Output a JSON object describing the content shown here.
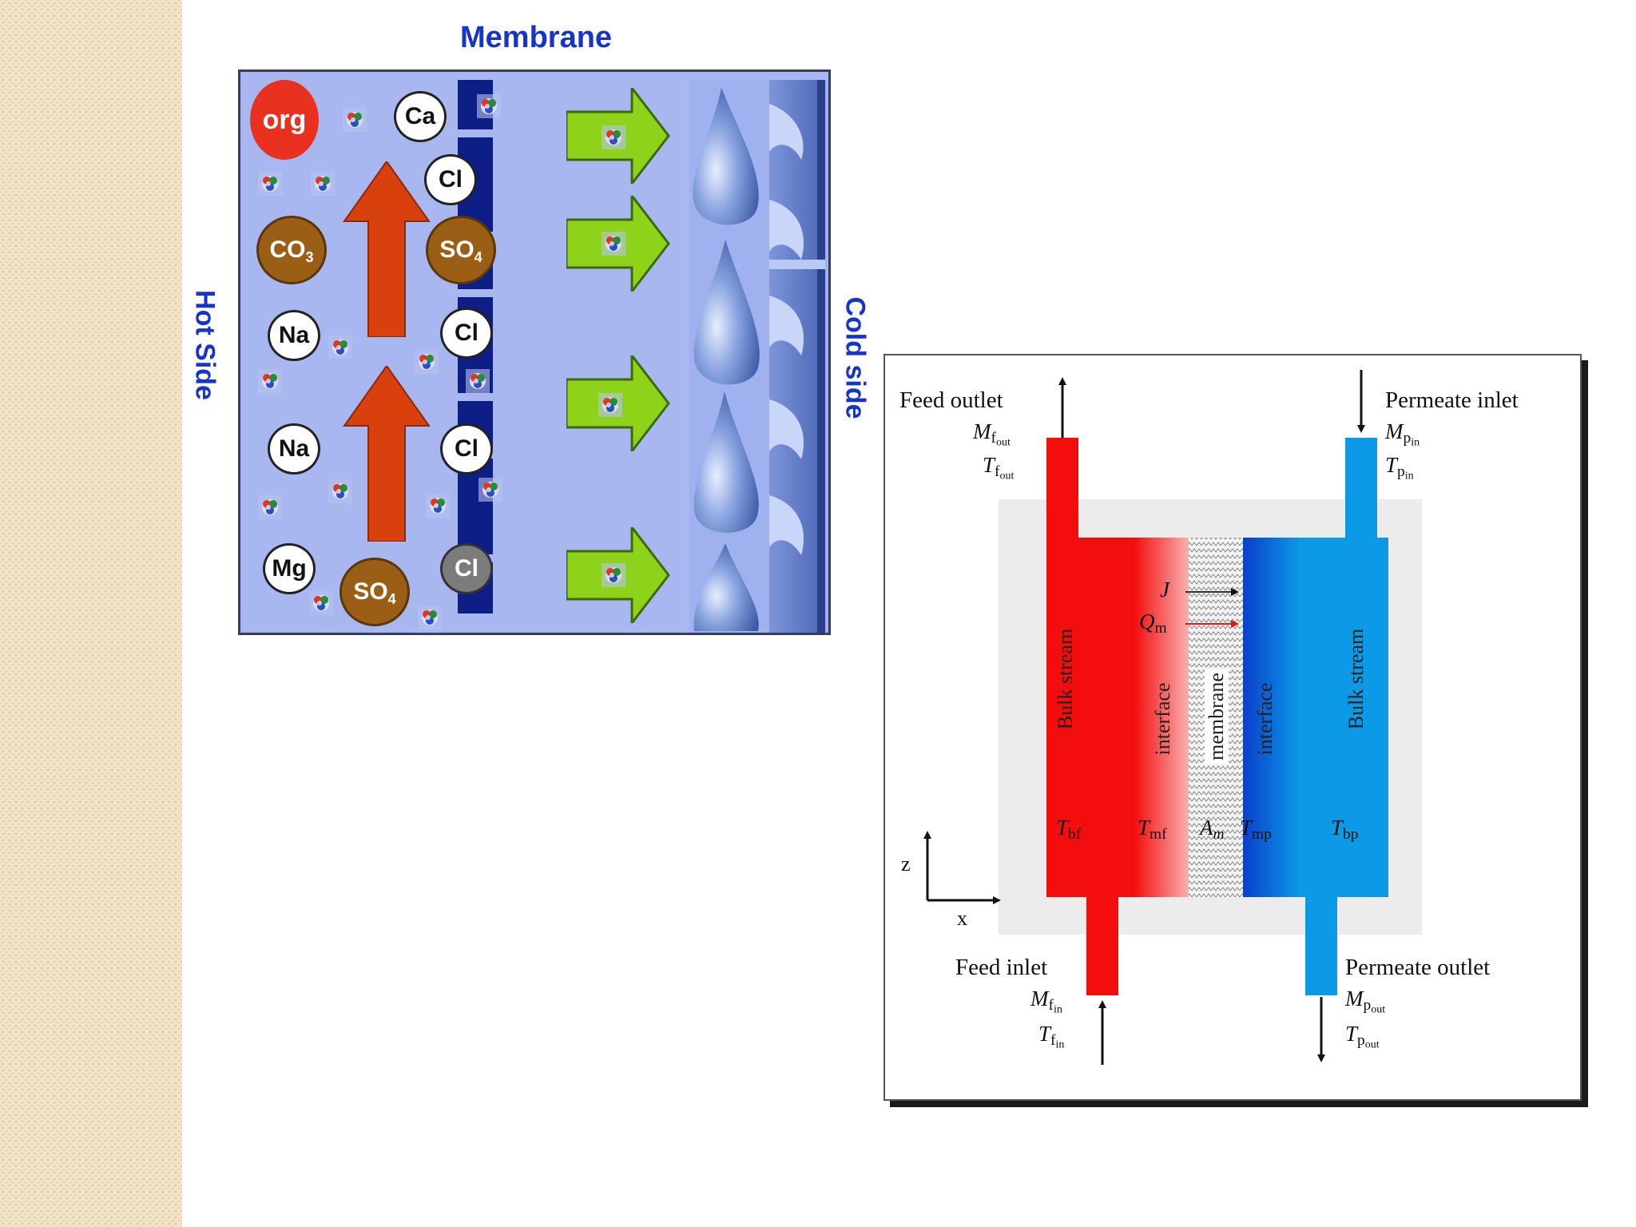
{
  "left_figure": {
    "title": "Membrane",
    "hot_side": "Hot Side",
    "cold_side": "Cold side",
    "ions": {
      "org": "org",
      "ca": "Ca",
      "cl1": "Cl",
      "co3": "CO",
      "co3_sub": "3",
      "so4a": "SO",
      "so4a_sub": "4",
      "na1": "Na",
      "cl2": "Cl",
      "na2": "Na",
      "cl3": "Cl",
      "mg": "Mg",
      "so4b": "SO",
      "so4b_sub": "4",
      "cl4": "Cl"
    },
    "colors": {
      "background": "#a8b7f0",
      "membrane": "#0d1f86",
      "flow_arrow": "#d8400e",
      "transfer_arrow": "#8fd21a"
    }
  },
  "right_figure": {
    "feed_outlet": "Feed outlet",
    "permeate_inlet": "Permeate inlet",
    "feed_inlet": "Feed inlet",
    "permeate_outlet": "Permeate outlet",
    "M": "M",
    "T": "T",
    "f": "f",
    "p": "p",
    "out": "out",
    "in": "in",
    "bulk_stream_left": "Bulk stream",
    "interface_left": "interface",
    "membrane": "membrane",
    "interface_right": "interface",
    "bulk_stream_right": "Bulk stream",
    "J": "J",
    "Q": "Q",
    "Q_sub": "m",
    "T_bf_sub": "bf",
    "T_mf_sub": "mf",
    "A": "A",
    "A_sub": "m",
    "T_mp_sub": "mp",
    "T_bp_sub": "bp",
    "axis_z": "z",
    "axis_x": "x",
    "colors": {
      "feed": "#f40d0d",
      "permeate": "#0c9ae6",
      "permeate_dark": "#0a3fc9"
    }
  }
}
